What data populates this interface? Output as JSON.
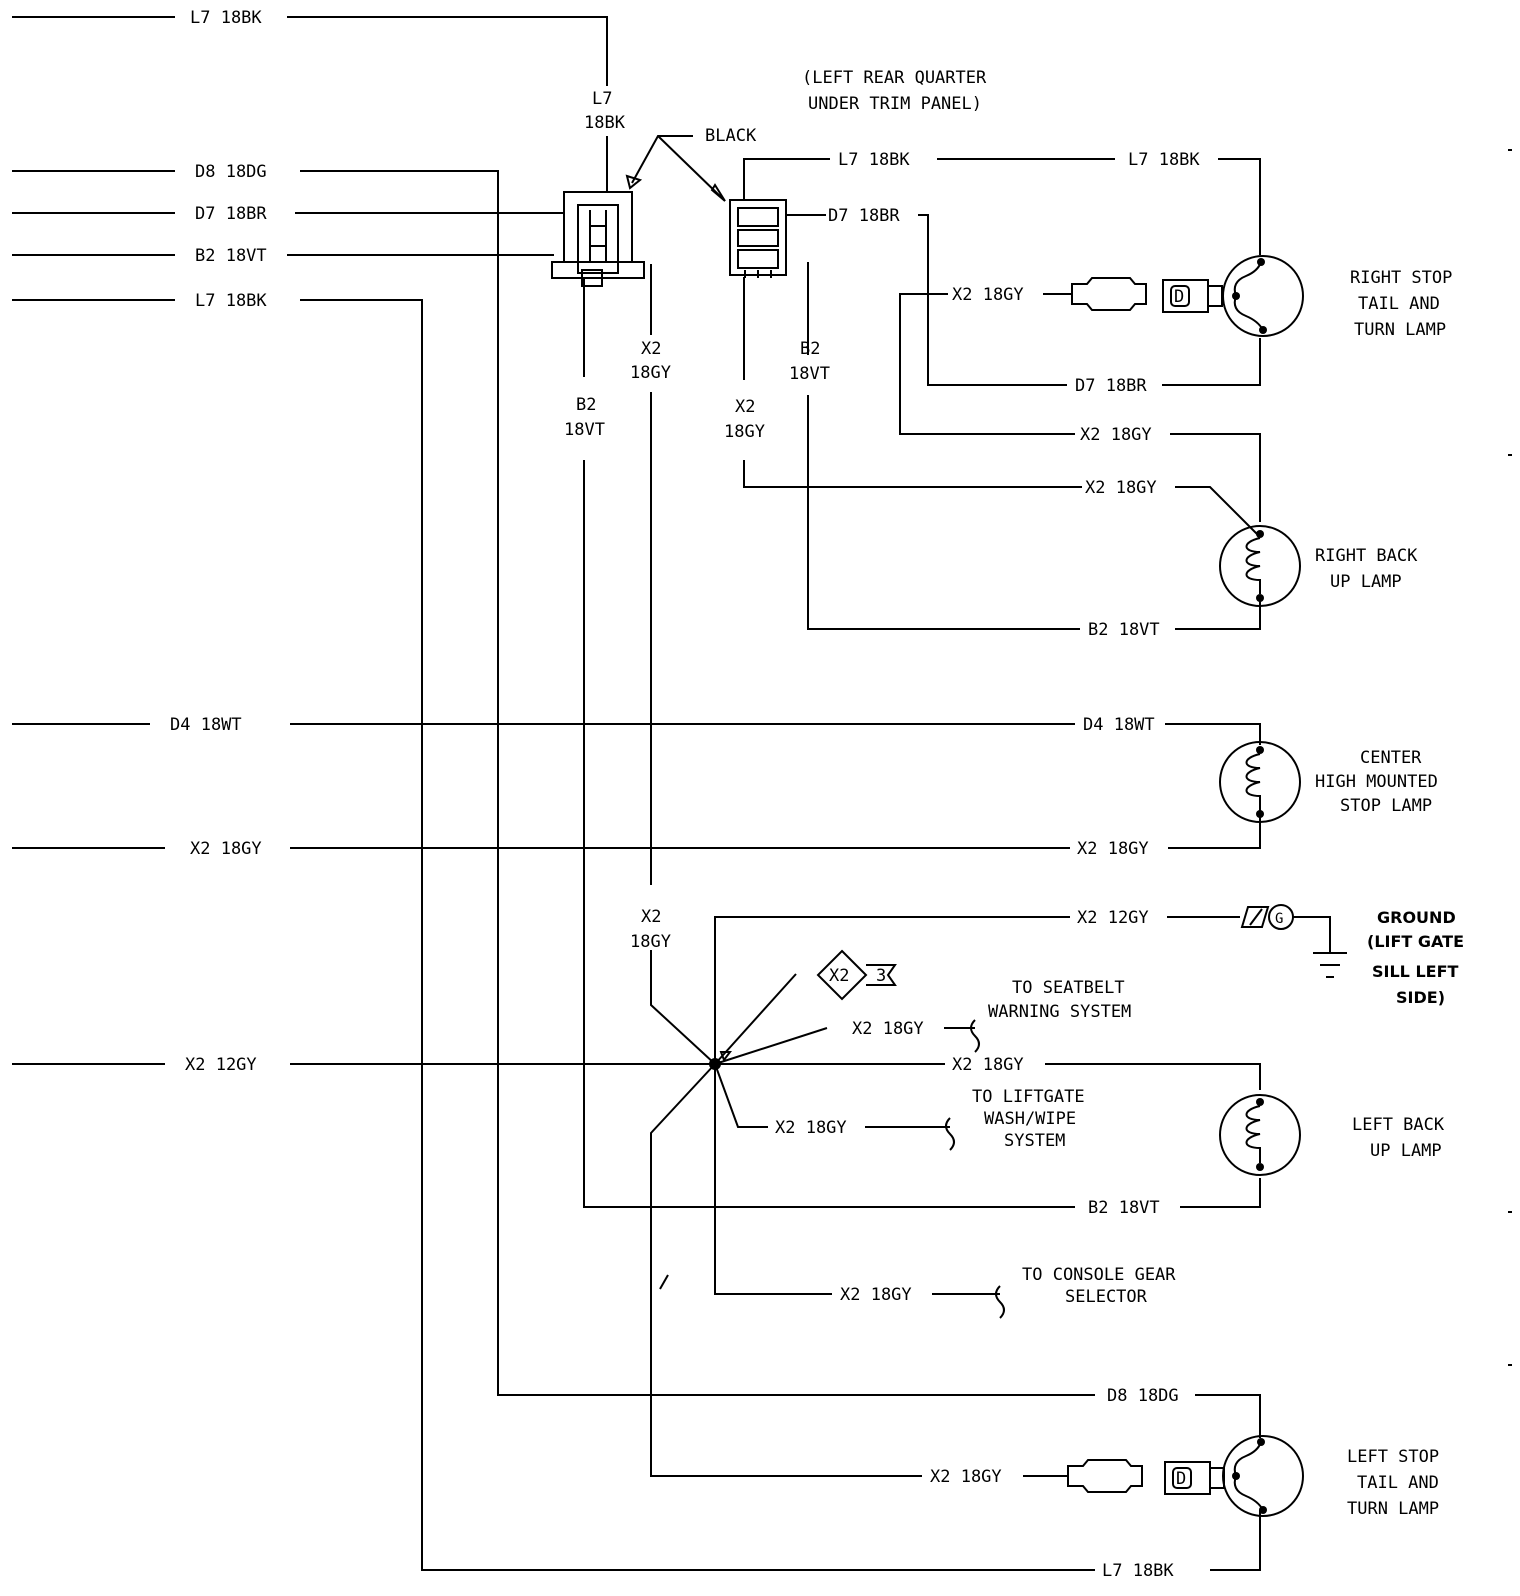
{
  "location_note": [
    "(LEFT REAR QUARTER",
    "UNDER TRIM PANEL)"
  ],
  "connector_color": "BLACK",
  "left_wires": {
    "l7_top": "L7 18BK",
    "d8": "D8 18DG",
    "d7": "D7 18BR",
    "b2": "B2 18VT",
    "l7": "L7 18BK",
    "d4": "D4 18WT",
    "x2_18": "X2 18GY",
    "x2_12": "X2 12GY"
  },
  "vertical_labels": {
    "l7": [
      "L7",
      "18BK"
    ],
    "x2_a": [
      "X2",
      "18GY"
    ],
    "b2_a": [
      "B2",
      "18VT"
    ],
    "x2_b": [
      "X2",
      "18GY"
    ],
    "b2_b": [
      "B2",
      "18VT"
    ],
    "x2_c": [
      "X2",
      "18GY"
    ]
  },
  "right_wires": {
    "l7_mid": "L7 18BK",
    "l7_r": "L7 18BK",
    "d7_conn": "D7 18BR",
    "x2_plug": "X2 18GY",
    "d7_r": "D7 18BR",
    "x2_a": "X2 18GY",
    "x2_b": "X2 18GY",
    "b2_r": "B2 18VT",
    "d4_r": "D4 18WT",
    "x2_c": "X2 18GY",
    "x2_ground": "X2 12GY",
    "x2_seat": "X2 18GY",
    "x2_lb": "X2 18GY",
    "x2_lift": "X2 18GY",
    "b2_lb": "B2 18VT",
    "x2_console": "X2 18GY",
    "d8_r": "D8 18DG",
    "x2_ls": "X2 18GY",
    "l7_bottom": "L7 18BK"
  },
  "splice": {
    "id": "X2",
    "num": "3"
  },
  "components": {
    "right_stop": [
      "RIGHT STOP",
      "TAIL AND",
      "TURN LAMP"
    ],
    "right_back": [
      "RIGHT BACK",
      "UP LAMP"
    ],
    "center": [
      "CENTER",
      "HIGH MOUNTED",
      "STOP LAMP"
    ],
    "ground": [
      "GROUND",
      "(LIFT GATE",
      "SILL LEFT",
      "SIDE)"
    ],
    "seatbelt": [
      "TO SEATBELT",
      "WARNING SYSTEM"
    ],
    "liftgate": [
      "TO LIFTGATE",
      "WASH/WIPE",
      "SYSTEM"
    ],
    "left_back": [
      "LEFT BACK",
      "UP LAMP"
    ],
    "console": [
      "TO CONSOLE GEAR",
      "SELECTOR"
    ],
    "left_stop": [
      "LEFT STOP",
      "TAIL AND",
      "TURN LAMP"
    ]
  },
  "ground_symbol": "G",
  "plug_letter": "D"
}
